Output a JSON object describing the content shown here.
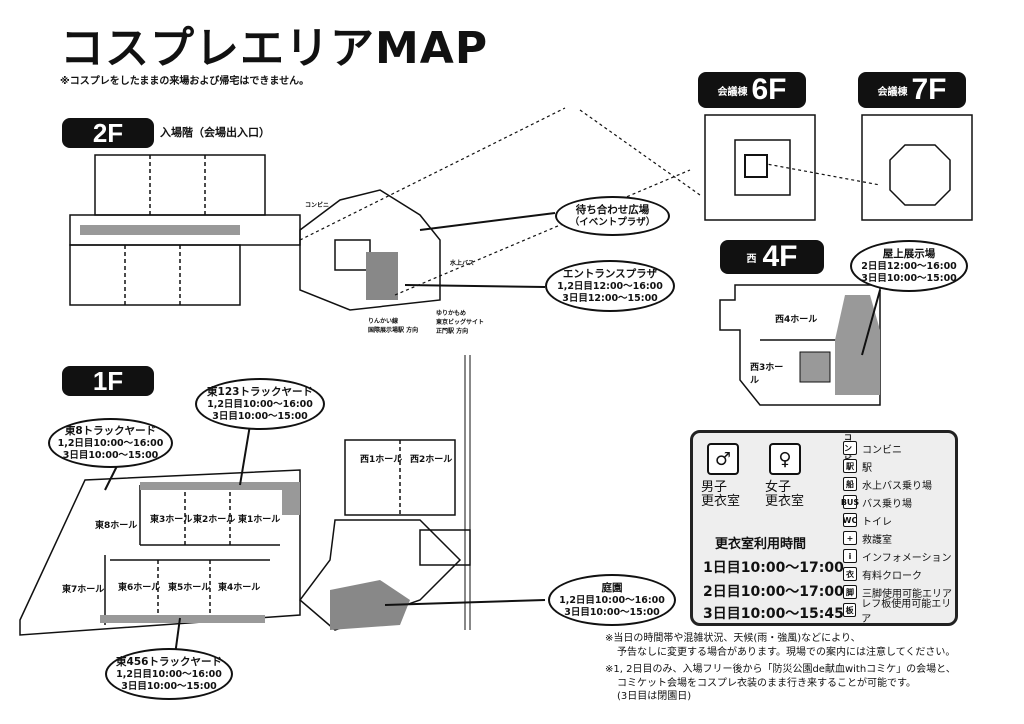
{
  "title": "コスプレエリアMAP",
  "top_note": "※コスプレをしたままの来場および帰宅はできません。",
  "floor_2f": {
    "badge": "2F",
    "label": "入場階（会場出入口）",
    "callouts": [
      {
        "title": "待ち合わせ広場",
        "lines": [
          "（イベントプラザ）"
        ]
      },
      {
        "title": "エントランスプラザ",
        "lines": [
          "1,2日目12:00〜16:00",
          "3日目12:00〜15:00"
        ]
      }
    ],
    "labels": {
      "konbini": "コンビニ",
      "bus": "水上バス",
      "rinkai": "りんかい線",
      "rinkai_sub": "国際展示場駅 方向",
      "yurikamome": "ゆりかもめ",
      "yurikamome_sub": "東京ビッグサイト",
      "seimon": "正門駅 方向"
    }
  },
  "floor_6f": {
    "badge_pre": "会議棟",
    "badge": "6F"
  },
  "floor_7f": {
    "badge_pre": "会議棟",
    "badge": "7F"
  },
  "floor_4f": {
    "badge_pre": "西",
    "badge": "4F",
    "halls": [
      "西4ホール",
      "西3ホール"
    ],
    "callout": {
      "title": "屋上展示場",
      "lines": [
        "2日目12:00〜16:00",
        "3日目10:00〜15:00"
      ]
    }
  },
  "floor_1f": {
    "badge": "1F",
    "halls_east": [
      "東3ホール",
      "東2ホール",
      "東1ホール",
      "東6ホール",
      "東5ホール",
      "東4ホール",
      "東7ホール",
      "東8ホール"
    ],
    "halls_west": [
      "西1ホール",
      "西2ホール"
    ],
    "callouts": [
      {
        "title": "東123トラックヤード",
        "lines": [
          "1,2日目10:00〜16:00",
          "3日目10:00〜15:00"
        ]
      },
      {
        "title": "東8トラックヤード",
        "lines": [
          "1,2日目10:00〜16:00",
          "3日目10:00〜15:00"
        ]
      },
      {
        "title": "東456トラックヤード",
        "lines": [
          "1,2日目10:00〜16:00",
          "3日目10:00〜15:00"
        ]
      },
      {
        "title": "庭園",
        "lines": [
          "1,2日目10:00〜16:00",
          "3日目10:00〜15:00"
        ]
      }
    ]
  },
  "legend": {
    "men": "男子\n更衣室",
    "women": "女子\n更衣室",
    "hours_title": "更衣室利用時間",
    "hours": [
      "1日目10:00〜17:00",
      "2日目10:00〜17:00",
      "3日目10:00〜15:45"
    ],
    "items": [
      {
        "icon": "コンビ",
        "label": "コンビニ"
      },
      {
        "icon": "駅",
        "label": "駅"
      },
      {
        "icon": "船",
        "label": "水上バス乗り場"
      },
      {
        "icon": "BUS",
        "label": "バス乗り場"
      },
      {
        "icon": "WC",
        "label": "トイレ"
      },
      {
        "icon": "+",
        "label": "救護室"
      },
      {
        "icon": "i",
        "label": "インフォメーション"
      },
      {
        "icon": "衣",
        "label": "有料クローク"
      },
      {
        "icon": "脚",
        "label": "三脚使用可能エリア"
      },
      {
        "icon": "板",
        "label": "レフ板使用可能エリア"
      }
    ]
  },
  "footnotes": [
    "※当日の時間帯や混雑状況、天候(雨・強風)などにより、",
    "予告なしに変更する場合があります。現場での案内には注意してください。",
    "※1, 2日目のみ、入場フリー後から「防災公園de献血withコミケ」の会場と、",
    "コミケット会場をコスプレ衣装のまま行き来することが可能です。",
    "(3日目は閉園日)"
  ]
}
